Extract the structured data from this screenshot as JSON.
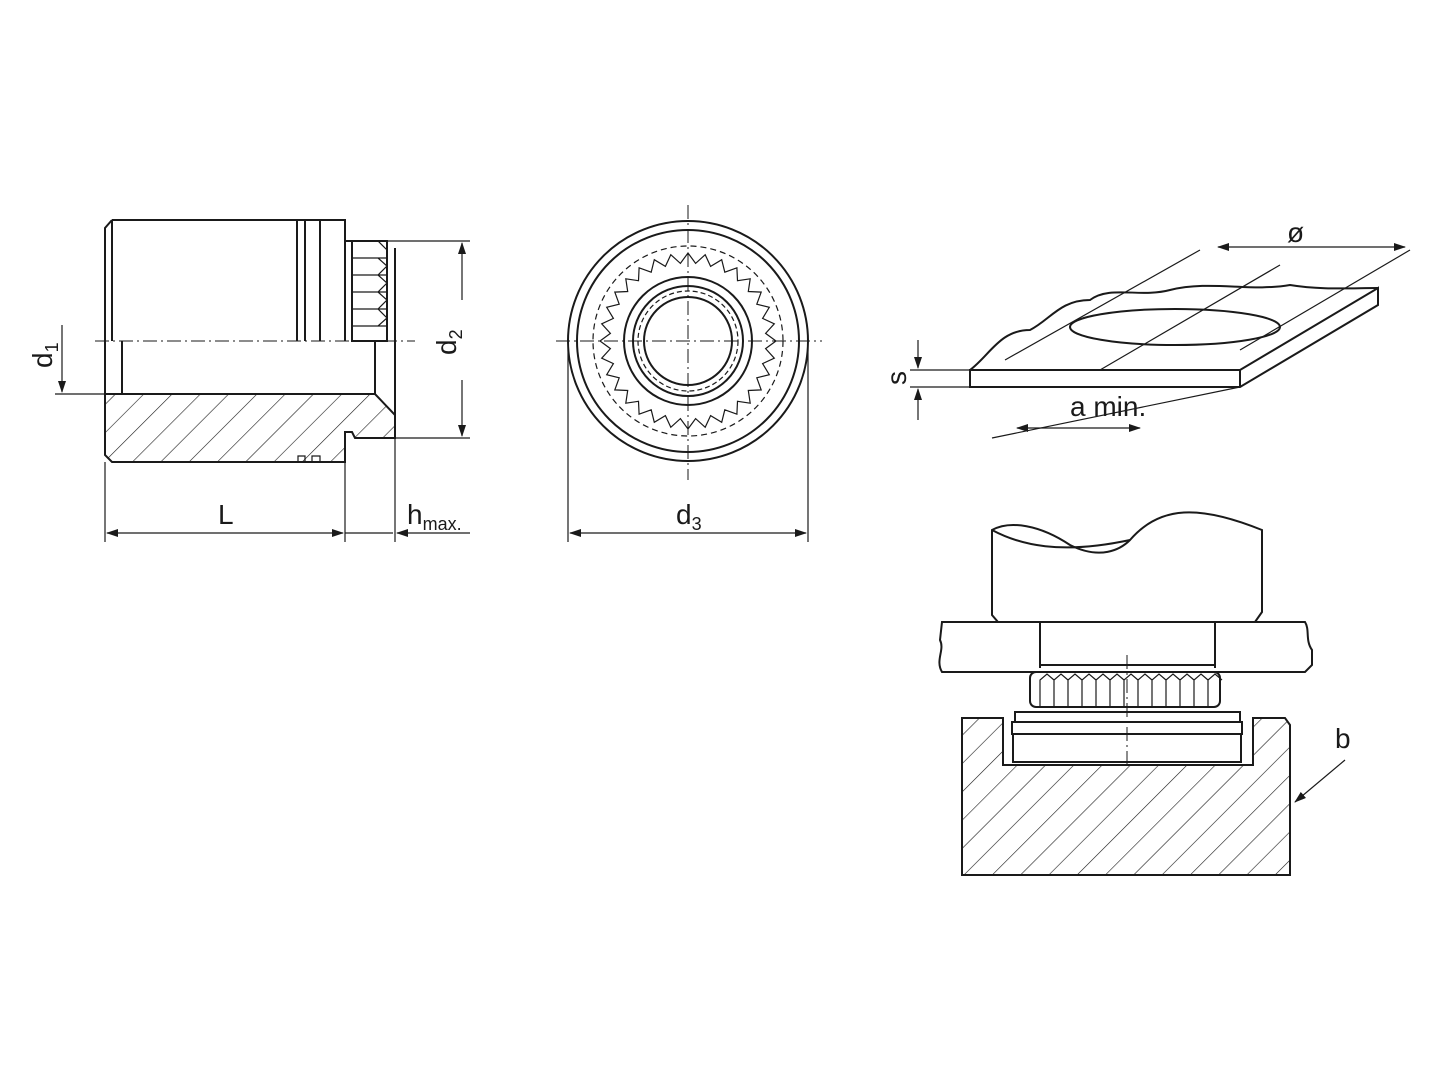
{
  "drawing": {
    "side_view": {
      "label_d1": "d",
      "sub_d1": "1",
      "label_d2": "d",
      "sub_d2": "2",
      "label_L": "L",
      "label_h": "h",
      "sub_h": "max."
    },
    "front_view": {
      "label_d3": "d",
      "sub_d3": "3"
    },
    "sheet_view": {
      "label_diameter": "ø",
      "label_s": "s",
      "label_a": "a min."
    },
    "install_view": {
      "label_b": "b"
    }
  }
}
